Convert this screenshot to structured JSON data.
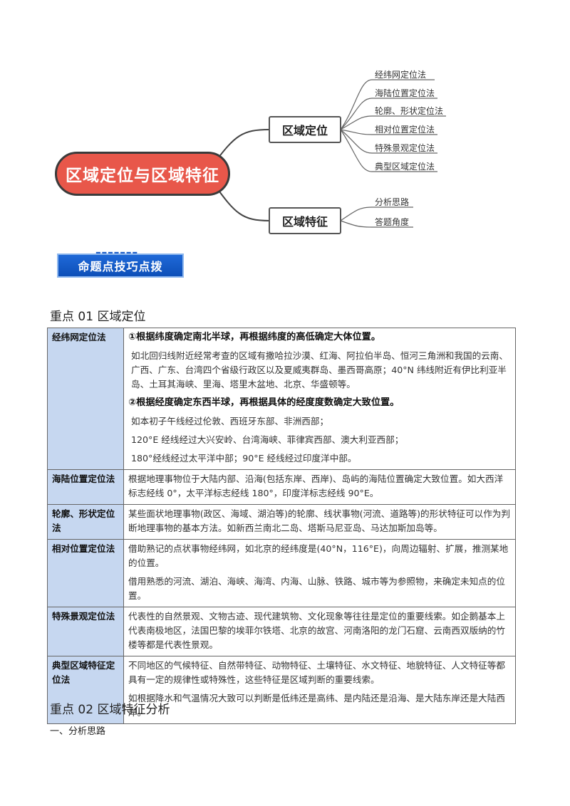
{
  "mindmap": {
    "root": "区域定位与区域特征",
    "branch1": {
      "label": "区域定位",
      "leaves": [
        "经纬网定位法",
        "海陆位置定位法",
        "轮廓、形状定位法",
        "相对位置定位法",
        "特殊景观定位法",
        "典型区域定位法"
      ]
    },
    "branch2": {
      "label": "区域特征",
      "leaves": [
        "分析思路",
        "答题角度"
      ]
    }
  },
  "banner": {
    "text": "命题点技巧点拨"
  },
  "section1": {
    "title": "重点 01  区域定位"
  },
  "table": {
    "rows": [
      {
        "label": "经纬网定位法",
        "content": [
          {
            "text": "①根据纬度确定南北半球，再根据纬度的高低确定大体位置。",
            "bold": true
          },
          {
            "text": "如北回归线附近经常考查的区域有撒哈拉沙漠、红海、阿拉伯半岛、恒河三角洲和我国的云南、广西、广东、台湾四个省级行政区以及夏威夷群岛、墨西哥高原；40°N 纬线附近有伊比利亚半岛、土耳其海峡、里海、塔里木盆地、北京、华盛顿等。",
            "bold": false
          },
          {
            "text": "②根据经度确定东西半球，再根据具体的经度度数确定大致位置。",
            "bold": true
          },
          {
            "text": "如本初子午线经过伦敦、西班牙东部、非洲西部；",
            "bold": false
          },
          {
            "text": "120°E 经线经过大兴安岭、台湾海峡、菲律宾西部、澳大利亚西部；",
            "bold": false
          },
          {
            "text": "180°经线经过太平洋中部；90°E 经线经过印度洋中部。",
            "bold": false
          }
        ]
      },
      {
        "label": "海陆位置定位法",
        "content": [
          {
            "text": "根据地理事物位于大陆内部、沿海(包括东岸、西岸)、岛屿的海陆位置确定大致位置。如大西洋标志经线 0°，太平洋标志经线 180°，印度洋标志经线 90°E。",
            "bold": false
          }
        ]
      },
      {
        "label": "轮廓、形状定位法",
        "content": [
          {
            "text": "某些面状地理事物(政区、海域、湖泊等)的轮廓、线状事物(河流、道路等)的形状特征可以作为判断地理事物的基本方法。如新西兰南北二岛、塔斯马尼亚岛、马达加斯加岛等。",
            "bold": false
          }
        ]
      },
      {
        "label": "相对位置定位法",
        "content": [
          {
            "text": "借助熟记的点状事物经纬网，如北京的经纬度是(40°N，116°E)，向周边辐射、扩展，推测某地的位置。",
            "bold": false
          },
          {
            "text": "借用熟悉的河流、湖泊、海峡、海湾、内海、山脉、铁路、城市等为参照物，来确定未知点的位置。",
            "bold": false
          }
        ]
      },
      {
        "label": "特殊景观定位法",
        "content": [
          {
            "text": "代表性的自然景观、文物古迹、现代建筑物、文化现象等往往是定位的重要线索。如企鹅基本上代表南极地区，法国巴黎的埃菲尔铁塔、北京的故宫、河南洛阳的龙门石窟、云南西双版纳的竹楼等都是代表性景观。",
            "bold": false
          }
        ]
      },
      {
        "label": "典型区域特征定位法",
        "content": [
          {
            "text": "不同地区的气候特征、自然带特征、动物特征、土壤特征、水文特征、地貌特征、人文特征等都具有一定的规律性或特殊性，这些特征是区域判断的重要线索。",
            "bold": false
          },
          {
            "text": "如根据降水和气温情况大致可以判断是低纬还是高纬、是内陆还是沿海、是大陆东岸还是大陆西岸。",
            "bold": false
          }
        ]
      }
    ]
  },
  "section2": {
    "title": "重点 02  区域特征分析"
  },
  "subsection": {
    "text": "一、分析思路"
  }
}
